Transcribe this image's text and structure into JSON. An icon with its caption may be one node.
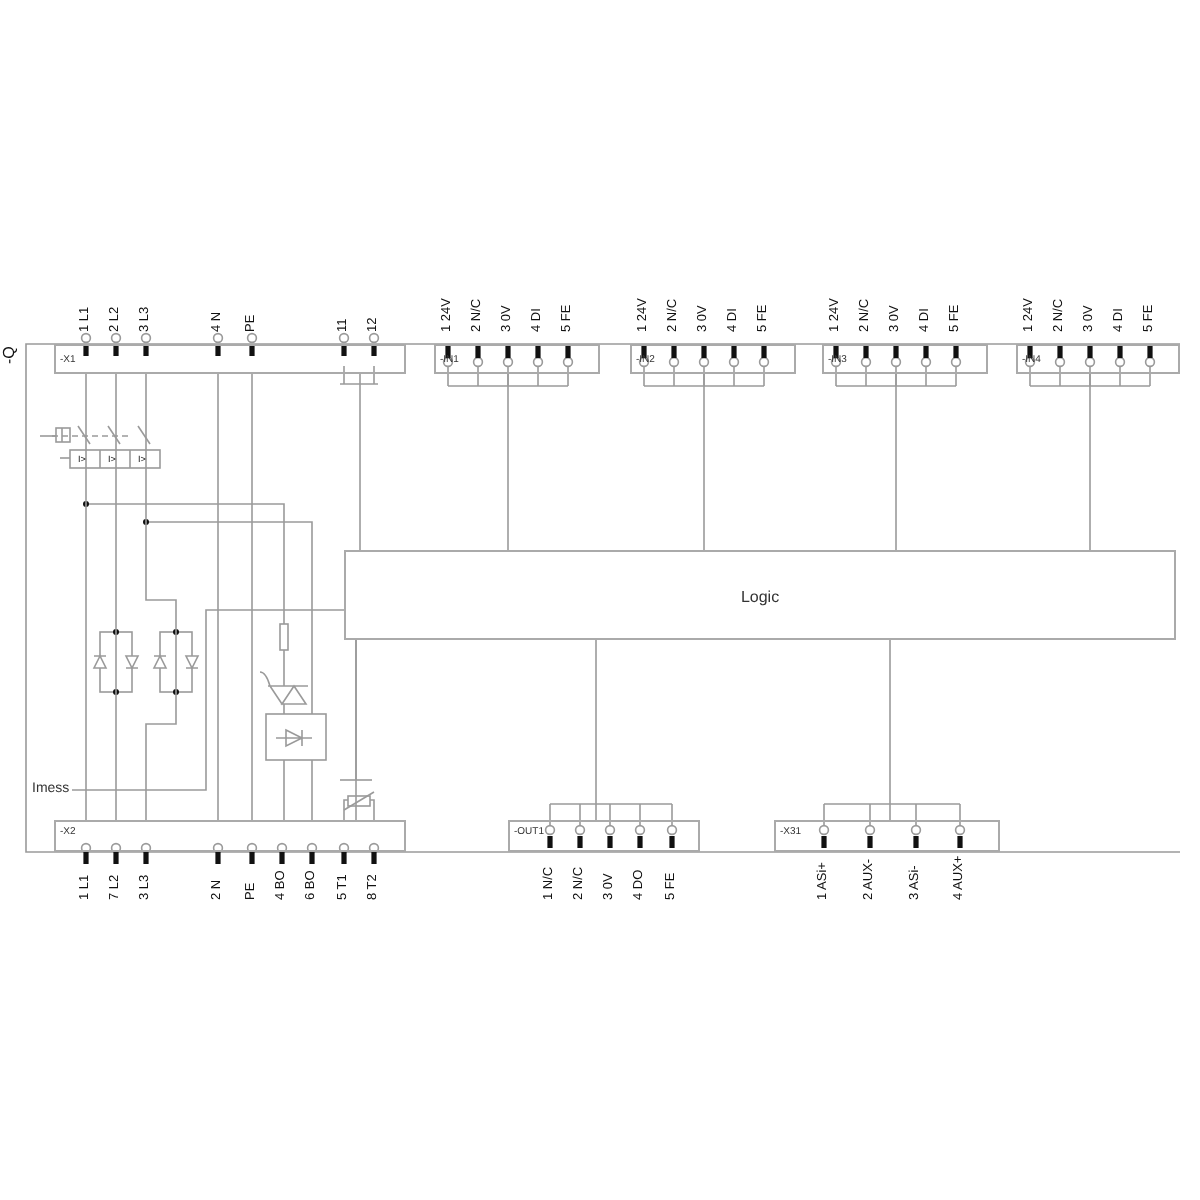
{
  "diagram": {
    "nodes": [
      {
        "text": [
          "-X1"
        ]
      },
      {
        "text": [
          "-IN1"
        ]
      },
      {
        "text": [
          "-IN2"
        ]
      },
      {
        "text": [
          "-IN3"
        ]
      },
      {
        "text": [
          "-IN4"
        ]
      },
      {
        "text": [
          "Logic"
        ]
      },
      {
        "text": [
          "Imess"
        ]
      },
      {
        "text": [
          "-X2"
        ]
      },
      {
        "text": [
          "-OUT1"
        ]
      },
      {
        "text": [
          "-X31"
        ]
      }
    ],
    "edges": [
      {
        "from": 1,
        "to": 5,
        "arrow": "none"
      },
      {
        "from": 2,
        "to": 5,
        "arrow": "none"
      },
      {
        "from": 3,
        "to": 5,
        "arrow": "none"
      },
      {
        "from": 4,
        "to": 5,
        "arrow": "none"
      },
      {
        "from": 5,
        "to": 8,
        "arrow": "none"
      },
      {
        "from": 5,
        "to": 9,
        "arrow": "none"
      },
      {
        "from": 6,
        "to": 5,
        "arrow": "none"
      },
      {
        "from": 0,
        "to": 7,
        "arrow": "none"
      },
      {
        "from": 0,
        "to": 7,
        "arrow": "none"
      },
      {
        "from": 0,
        "to": 7,
        "arrow": "none"
      },
      {
        "from": 0,
        "to": 7,
        "arrow": "none"
      },
      {
        "from": 0,
        "to": 7,
        "arrow": "none"
      },
      {
        "from": 0,
        "to": 5,
        "arrow": "none"
      },
      {
        "from": 5,
        "to": 7,
        "arrow": "none"
      }
    ],
    "labels": [
      "-Q",
      "I>",
      "I>",
      "I>",
      "1 L1",
      "2 L2",
      "3 L3",
      "4 N",
      "PE",
      "11",
      "12",
      "1 24V",
      "2 N/C",
      "3 0V",
      "4 DI",
      "5 FE",
      "1 24V",
      "2 N/C",
      "3 0V",
      "4 DI",
      "5 FE",
      "1 24V",
      "2 N/C",
      "3 0V",
      "4 DI",
      "5 FE",
      "1 24V",
      "2 N/C",
      "3 0V",
      "4 DI",
      "5 FE",
      "1 L1",
      "7 L2",
      "3 L3",
      "2 N",
      "PE",
      "4 BO",
      "6 BO",
      "5 T1",
      "8 T2",
      "1 N/C",
      "2 N/C",
      "3 0V",
      "4 DO",
      "5 FE",
      "1 ASi+",
      "2 AUX-",
      "3 ASi-",
      "4 AUX+"
    ]
  }
}
